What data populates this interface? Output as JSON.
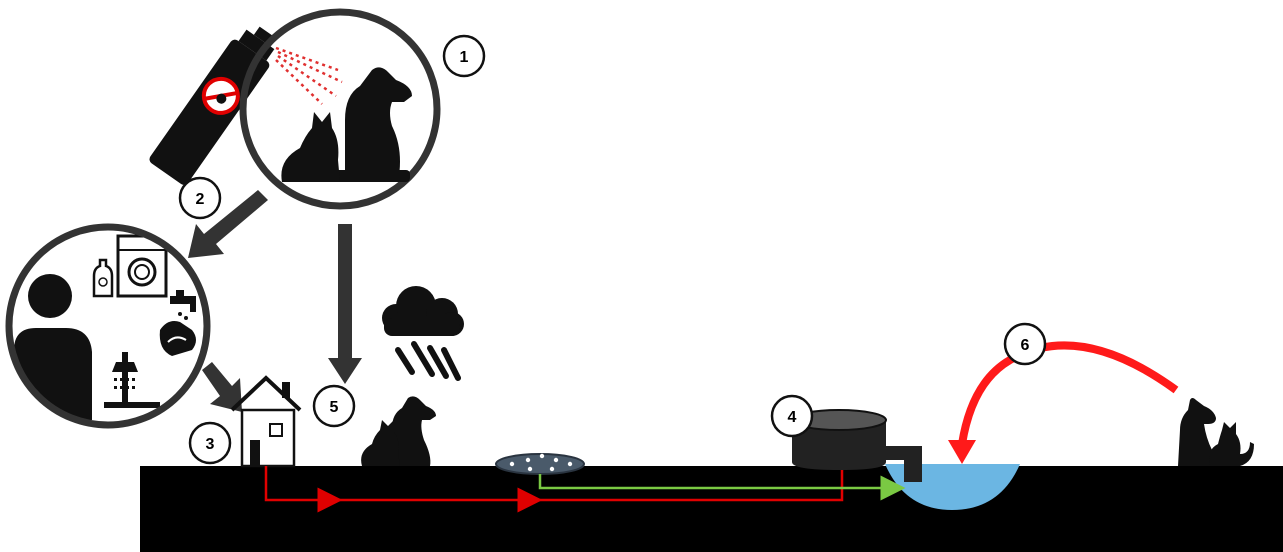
{
  "steps": {
    "s1": "1",
    "s2": "2",
    "s3": "3",
    "s4": "4",
    "s5": "5",
    "s6": "6"
  },
  "colors": {
    "ground": "#000000",
    "arrow_dark": "#333333",
    "wastewater_pipe": "#e00000",
    "storm_pipe": "#7ac943",
    "water": "#6bb6e3",
    "spray": "#e03030",
    "reentry_arc": "#ff1a1a"
  },
  "icons": [
    "spray-can-icon",
    "cat-icon",
    "dog-icon",
    "person-icon",
    "washing-machine-icon",
    "detergent-bottle-icon",
    "faucet-icon",
    "hand-washing-icon",
    "shower-icon",
    "house-icon",
    "rain-cloud-icon",
    "storm-drain-icon",
    "treatment-tank-icon",
    "water-body-icon"
  ]
}
